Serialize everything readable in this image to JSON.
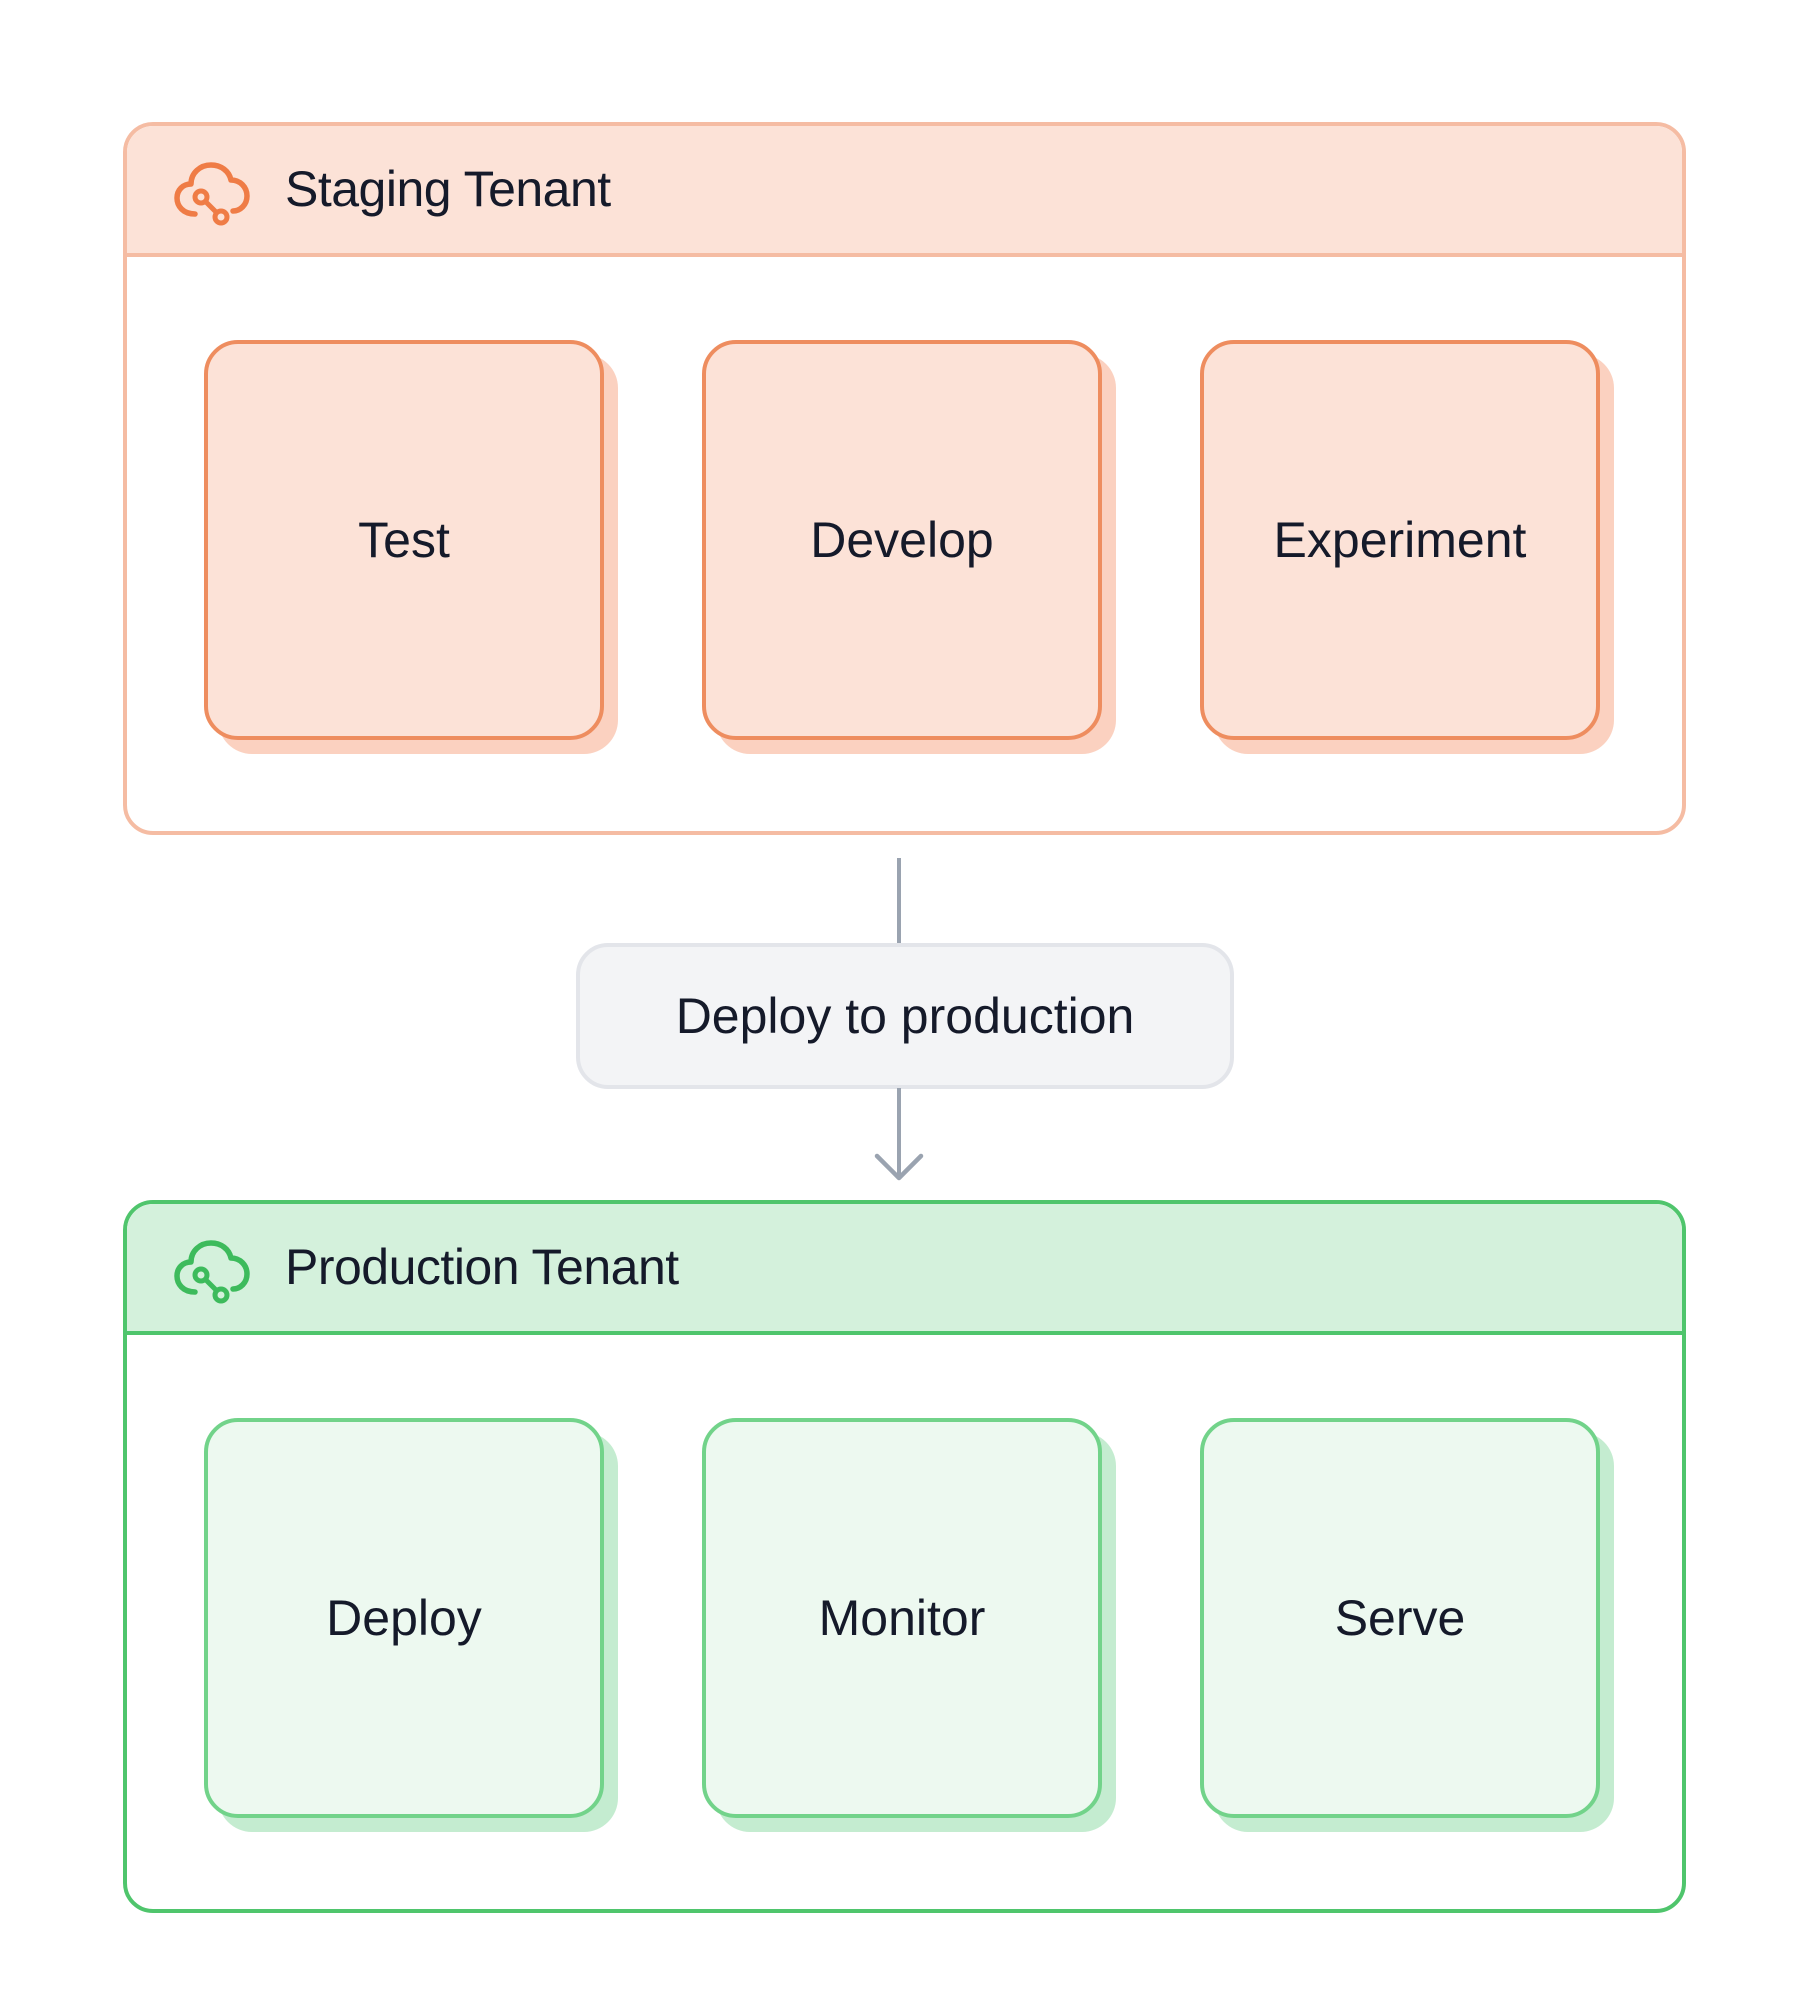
{
  "staging": {
    "title": "Staging Tenant",
    "icon": "cloud-nodes-icon",
    "colors": {
      "border": "#f5bca3",
      "header_bg": "#fce2d7",
      "card_border": "#ee8d5f",
      "card_bg": "#fce2d7",
      "card_shadow": "#fbd1c0",
      "icon": "#ef7c46"
    },
    "cards": [
      "Test",
      "Develop",
      "Experiment"
    ]
  },
  "connector": {
    "label": "Deploy to production",
    "colors": {
      "line": "#9aa3b0",
      "pill_bg": "#f3f4f6",
      "pill_border": "#e3e5ea"
    }
  },
  "production": {
    "title": "Production Tenant",
    "icon": "cloud-nodes-icon",
    "colors": {
      "border": "#4fc56c",
      "header_bg": "#d4f1dc",
      "card_border": "#72d38a",
      "card_bg": "#edf9f0",
      "card_shadow": "#c4ecd0",
      "icon": "#3dbb5c"
    },
    "cards": [
      "Deploy",
      "Monitor",
      "Serve"
    ]
  }
}
